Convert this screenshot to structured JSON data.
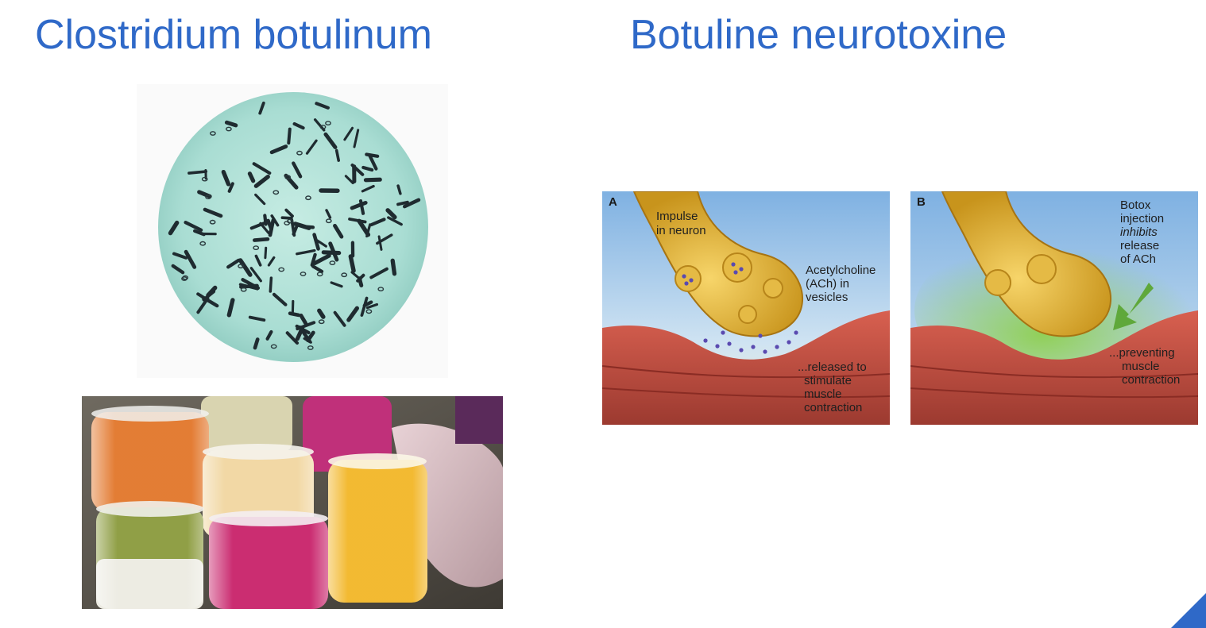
{
  "slide": {
    "title_left": "Clostridium botulinum",
    "title_right": "Botuline neurotoxine",
    "accent_color": "#2f69c8"
  },
  "diagram": {
    "panel_a": {
      "letter": "A",
      "impulse_line1": "Impulse",
      "impulse_line2": "in neuron",
      "ach_line1": "Acetylcholine",
      "ach_line2": "(ACh) in",
      "ach_line3": "vesicles",
      "released_line1": "...released to",
      "released_line2": "stimulate",
      "released_line3": "muscle",
      "released_line4": "contraction"
    },
    "panel_b": {
      "letter": "B",
      "botox_line1": "Botox",
      "botox_line2": "injection",
      "botox_line3": "inhibits",
      "botox_line4": "release",
      "botox_line5": "of ACh",
      "prevent_line1": "...preventing",
      "prevent_line2": "muscle",
      "prevent_line3": "contraction"
    }
  }
}
